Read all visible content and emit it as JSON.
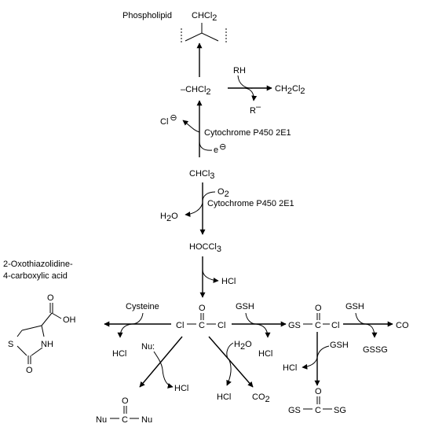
{
  "colors": {
    "ink": "#000000",
    "background": "#ffffff"
  },
  "labels": {
    "phospholipid": "Phospholipid",
    "chcl2_top": "CHCl",
    "sub2": "2",
    "sub3": "3",
    "radical_prefix": "–CHCl",
    "rh": "RH",
    "ch2_prefix": "CH",
    "cl_mid": "Cl",
    "r_minus": "R",
    "minus": "–",
    "cl_anion": "Cl",
    "ominus": "⊖",
    "electron": "e",
    "cyp1": "Cytochrome P450 2E1",
    "cyp2": "Cytochrome P450 2E1",
    "chcl_prefix": "CHCl",
    "o2_prefix": "O",
    "h2o_h": "H",
    "h2o_o": "O",
    "hoccl_prefix": "HOCCl",
    "hcl_1": "HCl",
    "otca_line1": "2-Oxothiazolidine-",
    "otca_line2": "4-carboxylic acid",
    "oh": "OH",
    "o_carboxyl": "O",
    "s_ring": "S",
    "nh_ring": "NH",
    "o_ring": "O",
    "cysteine": "Cysteine",
    "hcl_cys": "HCl",
    "phos_o": "O",
    "phos_cl_left": "Cl",
    "phos_c": "C",
    "phos_cl_right": "Cl",
    "nu_attack": "Nu:",
    "hcl_nu": "HCl",
    "h2o2_h": "H",
    "h2o2_o": "O",
    "hcl_h2o": "HCl",
    "co2_prefix": "CO",
    "urea_o": "O",
    "urea_nu_left": "Nu",
    "urea_c": "C",
    "urea_nu_right": "Nu",
    "gsh_1": "GSH",
    "hcl_gsh1": "HCl",
    "gs_prefix": "GS",
    "gs_c": "C",
    "gs_cl": "Cl",
    "gs_o": "O",
    "gsh_2": "GSH",
    "co_product": "CO",
    "gssg": "GSSG",
    "gsh_3": "GSH",
    "hcl_gsh3": "HCl",
    "dgs_o": "O",
    "dgs_left": "GS",
    "dgs_c": "C",
    "dgs_right": "SG"
  }
}
